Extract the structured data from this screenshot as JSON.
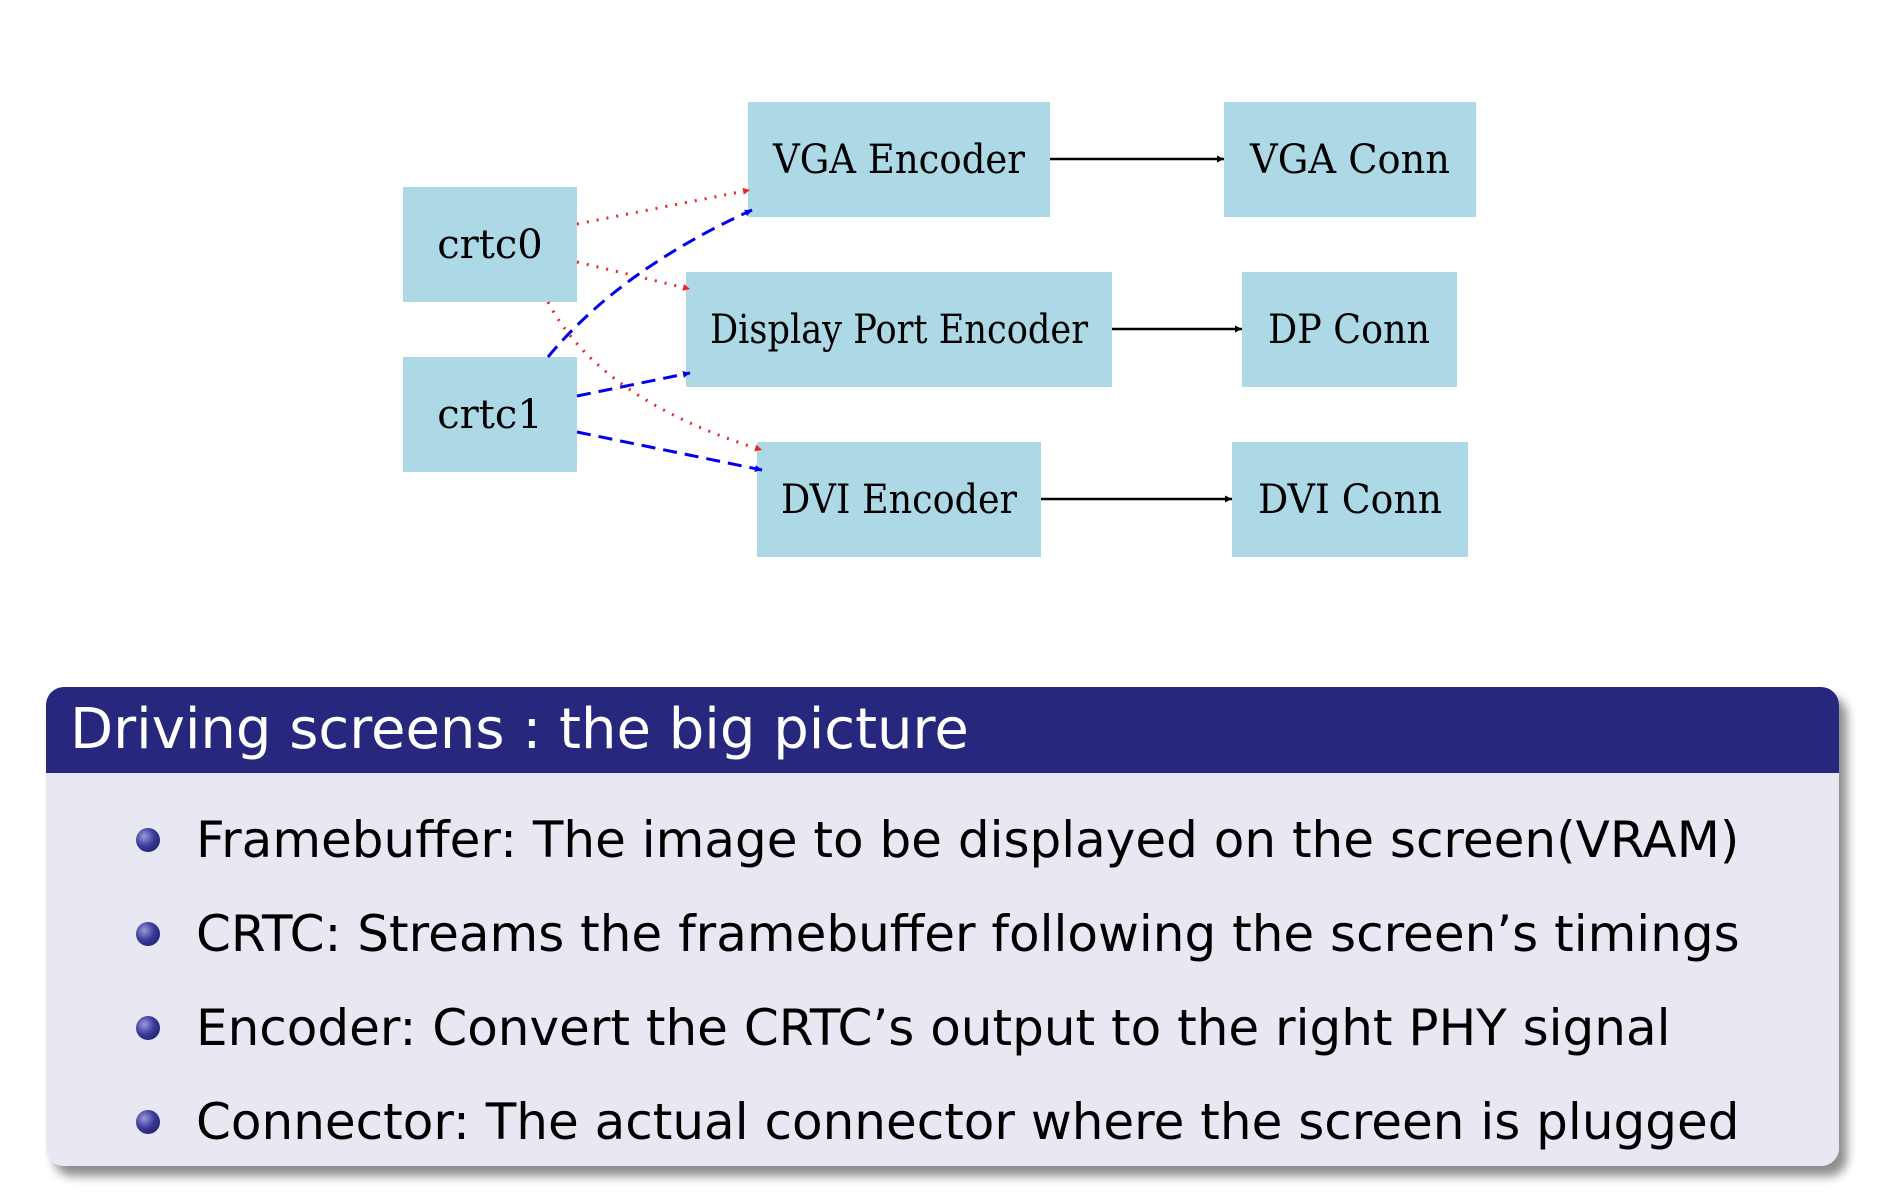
{
  "diagram": {
    "nodes": {
      "crtc0": "crtc0",
      "crtc1": "crtc1",
      "vga_encoder": "VGA Encoder",
      "dp_encoder": "Display Port Encoder",
      "dvi_encoder": "DVI Encoder",
      "vga_conn": "VGA Conn",
      "dp_conn": "DP Conn",
      "dvi_conn": "DVI Conn"
    },
    "colors": {
      "node_fill": "#add8e6",
      "crtc0_edges": "#ee2222",
      "crtc1_edges": "#0000ee",
      "encoder_edges": "#000000"
    },
    "edges": [
      {
        "from": "crtc0",
        "to": "vga_encoder",
        "style": "dotted",
        "color": "red"
      },
      {
        "from": "crtc0",
        "to": "dp_encoder",
        "style": "dotted",
        "color": "red"
      },
      {
        "from": "crtc0",
        "to": "dvi_encoder",
        "style": "dotted",
        "color": "red"
      },
      {
        "from": "crtc1",
        "to": "vga_encoder",
        "style": "dashed",
        "color": "blue"
      },
      {
        "from": "crtc1",
        "to": "dp_encoder",
        "style": "dashed",
        "color": "blue"
      },
      {
        "from": "crtc1",
        "to": "dvi_encoder",
        "style": "dashed",
        "color": "blue"
      },
      {
        "from": "vga_encoder",
        "to": "vga_conn",
        "style": "solid",
        "color": "black"
      },
      {
        "from": "dp_encoder",
        "to": "dp_conn",
        "style": "solid",
        "color": "black"
      },
      {
        "from": "dvi_encoder",
        "to": "dvi_conn",
        "style": "solid",
        "color": "black"
      }
    ]
  },
  "block": {
    "title": "Driving screens : the big picture",
    "header_color": "#27277e",
    "body_color": "#e8e8f2",
    "items": [
      "Framebuffer: The image to be displayed on the screen(VRAM)",
      "CRTC: Streams the framebuffer following the screen’s timings",
      "Encoder: Convert the CRTC’s output to the right PHY signal",
      "Connector: The actual connector where the screen is plugged"
    ]
  }
}
